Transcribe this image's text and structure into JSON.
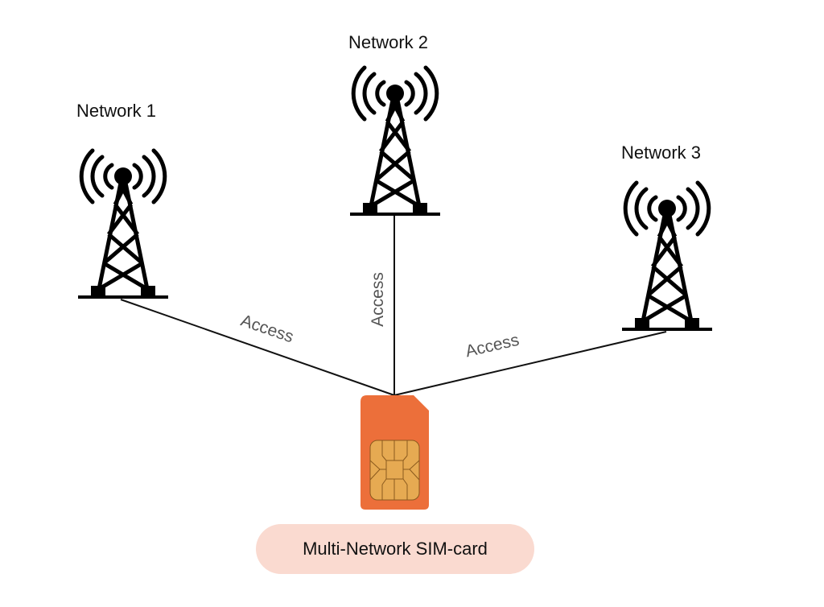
{
  "diagram": {
    "networks": [
      {
        "id": "network-1",
        "label": "Network 1"
      },
      {
        "id": "network-2",
        "label": "Network 2"
      },
      {
        "id": "network-3",
        "label": "Network 3"
      }
    ],
    "links": [
      {
        "from": "network-1",
        "to": "sim-card",
        "label": "Access"
      },
      {
        "from": "network-2",
        "to": "sim-card",
        "label": "Access"
      },
      {
        "from": "network-3",
        "to": "sim-card",
        "label": "Access"
      }
    ],
    "sim_card": {
      "label": "Multi-Network SIM-card",
      "body_color": "#ec6f3a",
      "chip_color": "#e6aa52",
      "label_bg_color": "#fadad0"
    }
  }
}
